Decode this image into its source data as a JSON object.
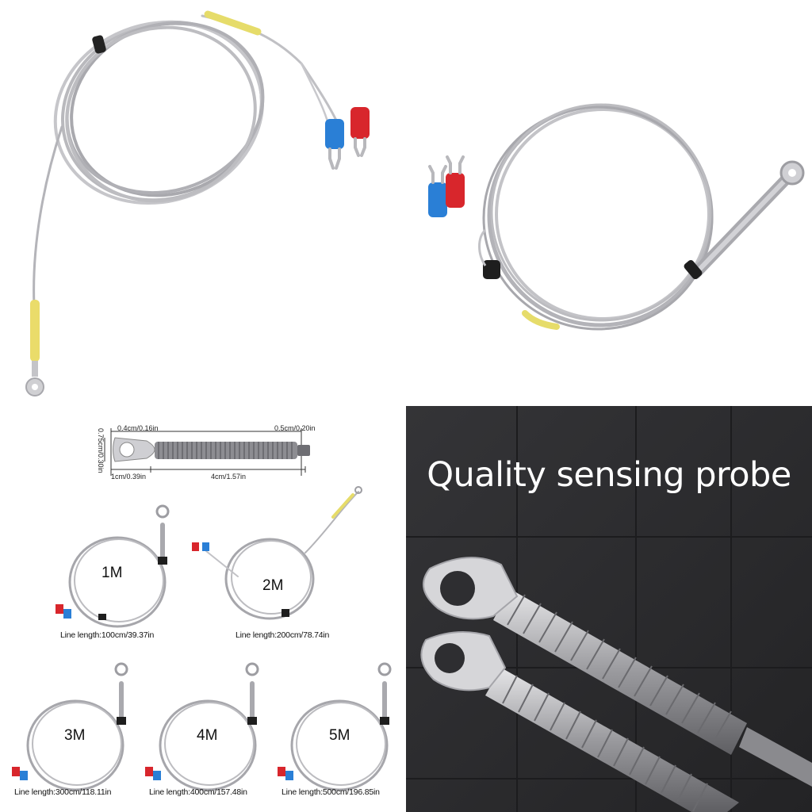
{
  "dimensions": {
    "ring_hole": "0.4cm/0.16in",
    "tip_diameter": "0.5cm/0.20in",
    "height": "0.75cm/0.30in",
    "ring_length": "1cm/0.39in",
    "tube_length": "4cm/1.57in"
  },
  "variants": [
    {
      "size": "1M",
      "caption": "Line length:100cm/39.37in"
    },
    {
      "size": "2M",
      "caption": "Line length:200cm/78.74in"
    },
    {
      "size": "3M",
      "caption": "Line length:300cm/118.11in"
    },
    {
      "size": "4M",
      "caption": "Line length:400cm/157.48in"
    },
    {
      "size": "5M",
      "caption": "Line length:500cm/196.85in"
    }
  ],
  "promo": {
    "headline": "Quality sensing probe"
  },
  "colors": {
    "cable": "#b8b8bc",
    "sleeve_yellow": "#e8dc6a",
    "terminal_red": "#d8262c",
    "terminal_blue": "#2a7fd6",
    "dark_bg": "#2b2b2d"
  }
}
